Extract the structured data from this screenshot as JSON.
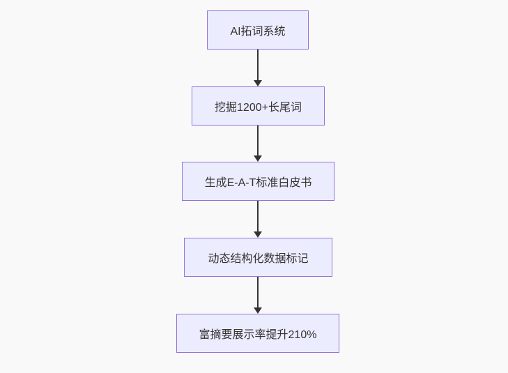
{
  "diagram": {
    "type": "flowchart",
    "direction": "top-down",
    "nodes": [
      {
        "id": "node-1",
        "label": "AI拓词系统"
      },
      {
        "id": "node-2",
        "label": "挖掘1200+长尾词"
      },
      {
        "id": "node-3",
        "label": "生成E-A-T标准白皮书"
      },
      {
        "id": "node-4",
        "label": "动态结构化数据标记"
      },
      {
        "id": "node-5",
        "label": "富摘要展示率提升210%"
      }
    ],
    "edges": [
      {
        "from": "node-1",
        "to": "node-2"
      },
      {
        "from": "node-2",
        "to": "node-3"
      },
      {
        "from": "node-3",
        "to": "node-4"
      },
      {
        "from": "node-4",
        "to": "node-5"
      }
    ],
    "colors": {
      "background": "#f9f9f9",
      "node_fill": "#ECECFF",
      "node_border": "#9370DB",
      "text": "#333333",
      "arrow": "#333333"
    }
  }
}
